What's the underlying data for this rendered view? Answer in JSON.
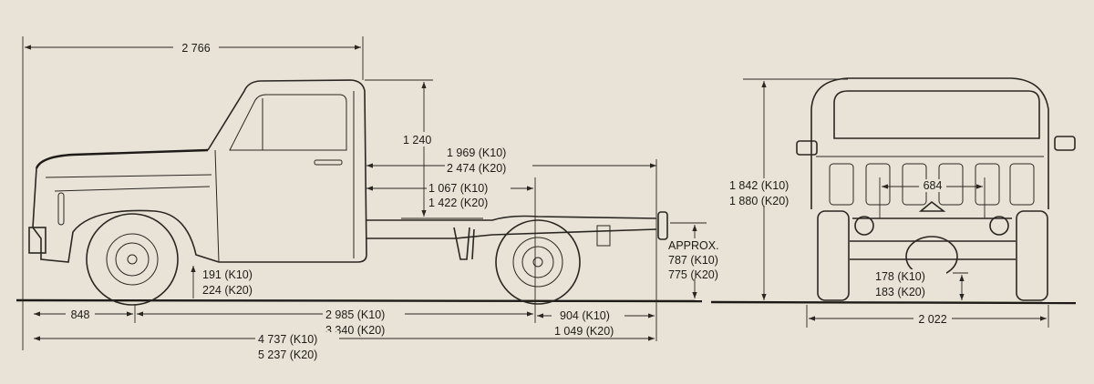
{
  "side_view": {
    "overall_height": "2 766",
    "cab_height": "1 240",
    "cab_to_end_k10": "1 969 (K10)",
    "cab_to_end_k20": "2 474 (K20)",
    "cab_to_axle_k10": "1 067 (K10)",
    "cab_to_axle_k20": "1 422 (K20)",
    "frame_height_approx": "APPROX.",
    "frame_height_k10": "787 (K10)",
    "frame_height_k20": "775 (K20)",
    "ground_clearance_k10": "191 (K10)",
    "ground_clearance_k20": "224 (K20)",
    "front_overhang": "848",
    "wheelbase_k10": "2 985 (K10)",
    "wheelbase_k20": "3 340 (K20)",
    "rear_overhang_k10": "904 (K10)",
    "rear_overhang_k20": "1 049 (K20)",
    "overall_length_k10": "4 737 (K10)",
    "overall_length_k20": "5 237 (K20)"
  },
  "rear_view": {
    "height_k10": "1 842 (K10)",
    "height_k20": "1 880 (K20)",
    "spring_spacing": "684",
    "axle_clearance_k10": "178 (K10)",
    "axle_clearance_k20": "183 (K20)",
    "overall_width": "2 022"
  }
}
